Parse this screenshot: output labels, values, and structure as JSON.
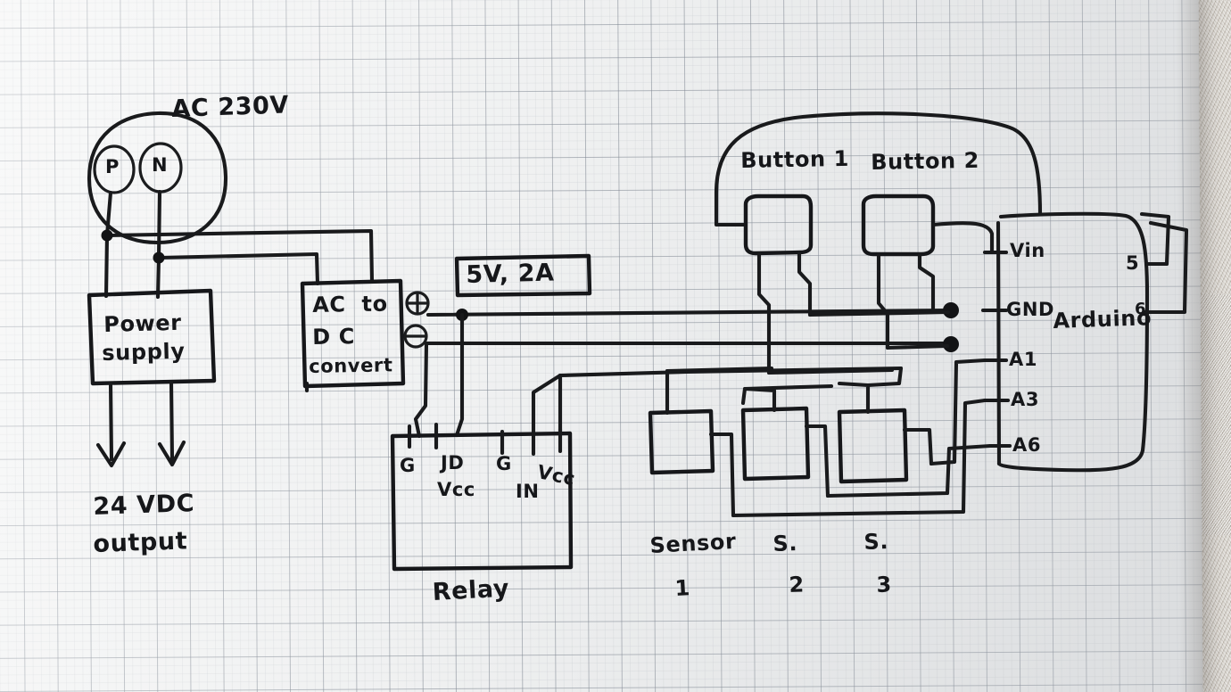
{
  "diagram": {
    "title_note": "Hand-drawn wiring diagram on graph paper",
    "mains": {
      "label": "AC 230V",
      "terminals": [
        {
          "id": "P",
          "label": "P"
        },
        {
          "id": "N",
          "label": "N"
        }
      ]
    },
    "power_supply": {
      "line1": "Power",
      "line2": "supply",
      "output_line1": "24 VDC",
      "output_line2": "output"
    },
    "converter": {
      "line1": "AC  to",
      "line2": "D C",
      "line3": "convert",
      "plus_terminal": "⊕",
      "minus_terminal": "⊖",
      "rating_label": "5V, 2A"
    },
    "relay": {
      "name": "Relay",
      "pins": [
        {
          "label": "G"
        },
        {
          "label": "JD",
          "sub": "Vcc"
        },
        {
          "label": "G"
        },
        {
          "label": "IN"
        },
        {
          "label": "Vcc"
        }
      ]
    },
    "buttons": [
      {
        "label": "Button 1"
      },
      {
        "label": "Button 2"
      }
    ],
    "sensors": [
      {
        "line1": "Sensor",
        "line2": "1"
      },
      {
        "line1": "S.",
        "line2": "2"
      },
      {
        "line1": "S.",
        "line2": "3"
      }
    ],
    "arduino": {
      "name": "Arduino",
      "left_pins": [
        "Vin",
        "GND",
        "A1",
        "A3",
        "A6"
      ],
      "right_pins": [
        "5",
        "6"
      ]
    },
    "colors": {
      "ink": "#16171a",
      "paper": "#f2f3f3",
      "grid": "#5f6876"
    }
  }
}
